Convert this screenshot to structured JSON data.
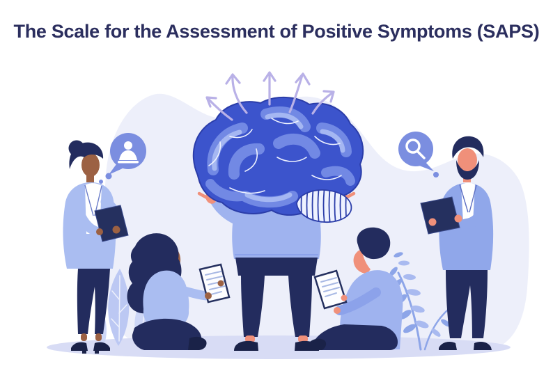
{
  "header": {
    "title": "The Scale for the Assessment of Positive Symptoms (SAPS)"
  },
  "icons": {
    "left_thought_bubble": "person-report-icon",
    "right_thought_bubble": "magnifier-icon",
    "center": "brain-illustration",
    "arrows": "radiating-arrows"
  },
  "colors": {
    "page_bg": "#ffffff",
    "title": "#2b2e5e",
    "blob": "#edeffa",
    "ground": "#d8dcf5",
    "arrow": "#b9b1e7",
    "bubble": "#7b8ee0",
    "bubble_icon": "#ffffff",
    "brain_base": "#3c54cc",
    "brain_outline": "#2b3da9",
    "brain_mid": "#7289e4",
    "brain_light": "#a5b7f2",
    "brain_line": "#eef2ff",
    "navy": "#232c5e",
    "navy_dark": "#1a2248",
    "jacket": "#aabdf1",
    "jacket2": "#90a7ea",
    "sweater": "#9fb3ef",
    "skin_brown": "#9c6143",
    "skin_salmon": "#f0907a",
    "leaf": "#bcc8f3",
    "leaf2": "#cdd6f6",
    "fern": "#8da5e8",
    "tablet": "#25305f",
    "tablet_screen": "#fdfdff",
    "tablet_text": "#a9b9e4",
    "shirt": "#ffffff"
  }
}
